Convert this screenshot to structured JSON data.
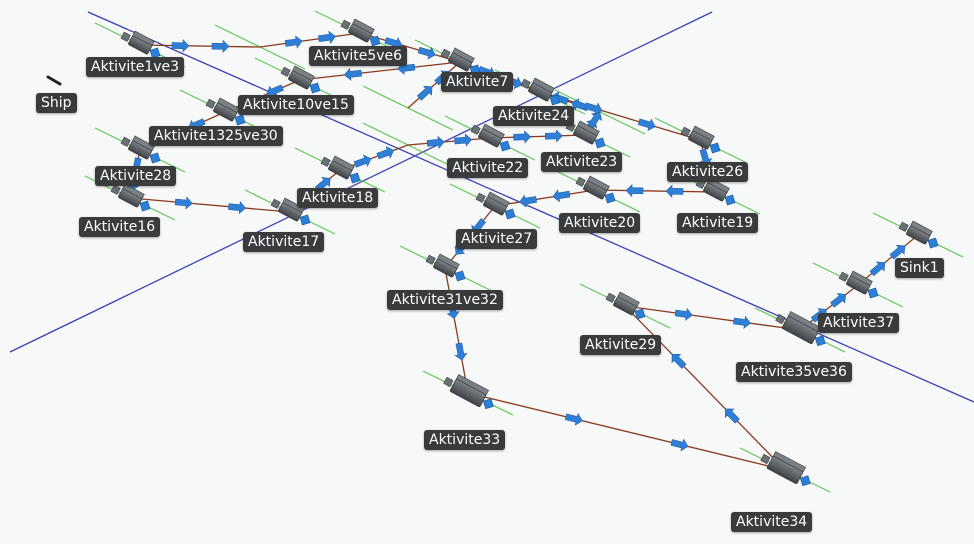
{
  "labels": {
    "ship": "Ship",
    "a1ve3": "Aktivite1ve3",
    "a5ve6": "Aktivite5ve6",
    "a7": "Aktivite7",
    "a10ve15": "Aktivite10ve15",
    "a24": "Aktivite24",
    "a1325ve30": "Aktivite1325ve30",
    "a22": "Aktivite22",
    "a23": "Aktivite23",
    "a26": "Aktivite26",
    "a28": "Aktivite28",
    "a18": "Aktivite18",
    "a16": "Aktivite16",
    "a20": "Aktivite20",
    "a19": "Aktivite19",
    "a17": "Aktivite17",
    "a27": "Aktivite27",
    "sink1": "Sink1",
    "a31ve32": "Aktivite31ve32",
    "a37": "Aktivite37",
    "a29": "Aktivite29",
    "a35ve36": "Aktivite35ve36",
    "a33": "Aktivite33",
    "a34": "Aktivite34"
  },
  "colors": {
    "connector": "#8b3a1e",
    "arrow": "#2f7fd6",
    "station_body": "#4d5257",
    "station_top": "#7b8085",
    "port": "#2a80d8",
    "green_line": "#55c24a",
    "axis_line": "#3b3fb5",
    "label_bg": "#3a3b3d",
    "label_text": "#ffffff"
  }
}
